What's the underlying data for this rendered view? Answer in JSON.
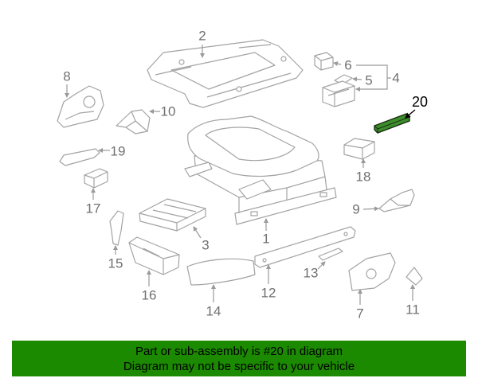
{
  "diagram": {
    "callouts": [
      "1",
      "2",
      "3",
      "4",
      "5",
      "6",
      "7",
      "8",
      "9",
      "10",
      "11",
      "12",
      "13",
      "14",
      "15",
      "16",
      "17",
      "18",
      "19",
      "20"
    ]
  },
  "banner": {
    "line1": "Part or sub-assembly is #20 in diagram",
    "line2": "Diagram may not be specific to your vehicle"
  },
  "colors": {
    "banner_background": "#1b8a00",
    "part_outline": "#a3a3a3",
    "callout_text": "#707070",
    "highlight_callout_text": "#000000",
    "highlight_part_fill": "#3c8d2c"
  }
}
